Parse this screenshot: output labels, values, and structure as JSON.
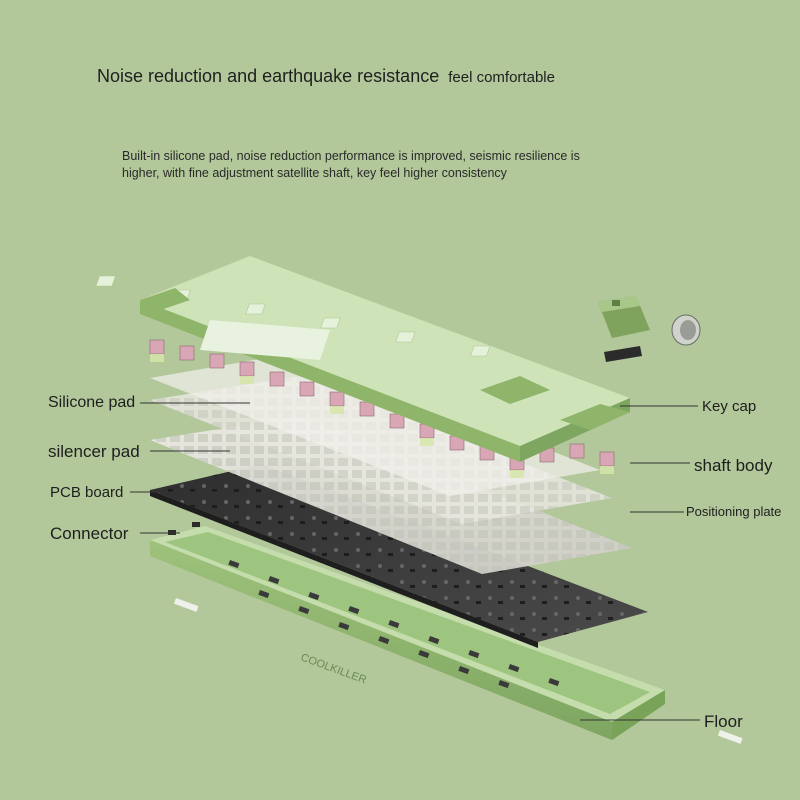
{
  "header": {
    "title": "Noise reduction and earthquake resistance",
    "subtitle": "feel comfortable",
    "description": "Built-in silicone pad, noise reduction performance is improved, seismic resilience is higher, with fine adjustment satellite shaft, key feel higher consistency"
  },
  "labels": {
    "silicone_pad": "Silicone pad",
    "silencer_pad": "silencer pad",
    "pcb_board": "PCB board",
    "connector": "Connector",
    "key_cap": "Key cap",
    "shaft_body": "shaft body",
    "positioning_plate": "Positioning plate",
    "floor": "Floor"
  },
  "case_logo": "COOLKILLER",
  "colors": {
    "background": "#b2c79a",
    "keycap_dark": "#8fb56a",
    "keycap_light": "#cfe3b8",
    "keycap_mint": "#e6f1dc",
    "case_green": "#a9c98a",
    "pcb_dark": "#3a3a3a",
    "switch_pink": "#d9a6b6",
    "plate_silver": "#dcdcd6"
  }
}
